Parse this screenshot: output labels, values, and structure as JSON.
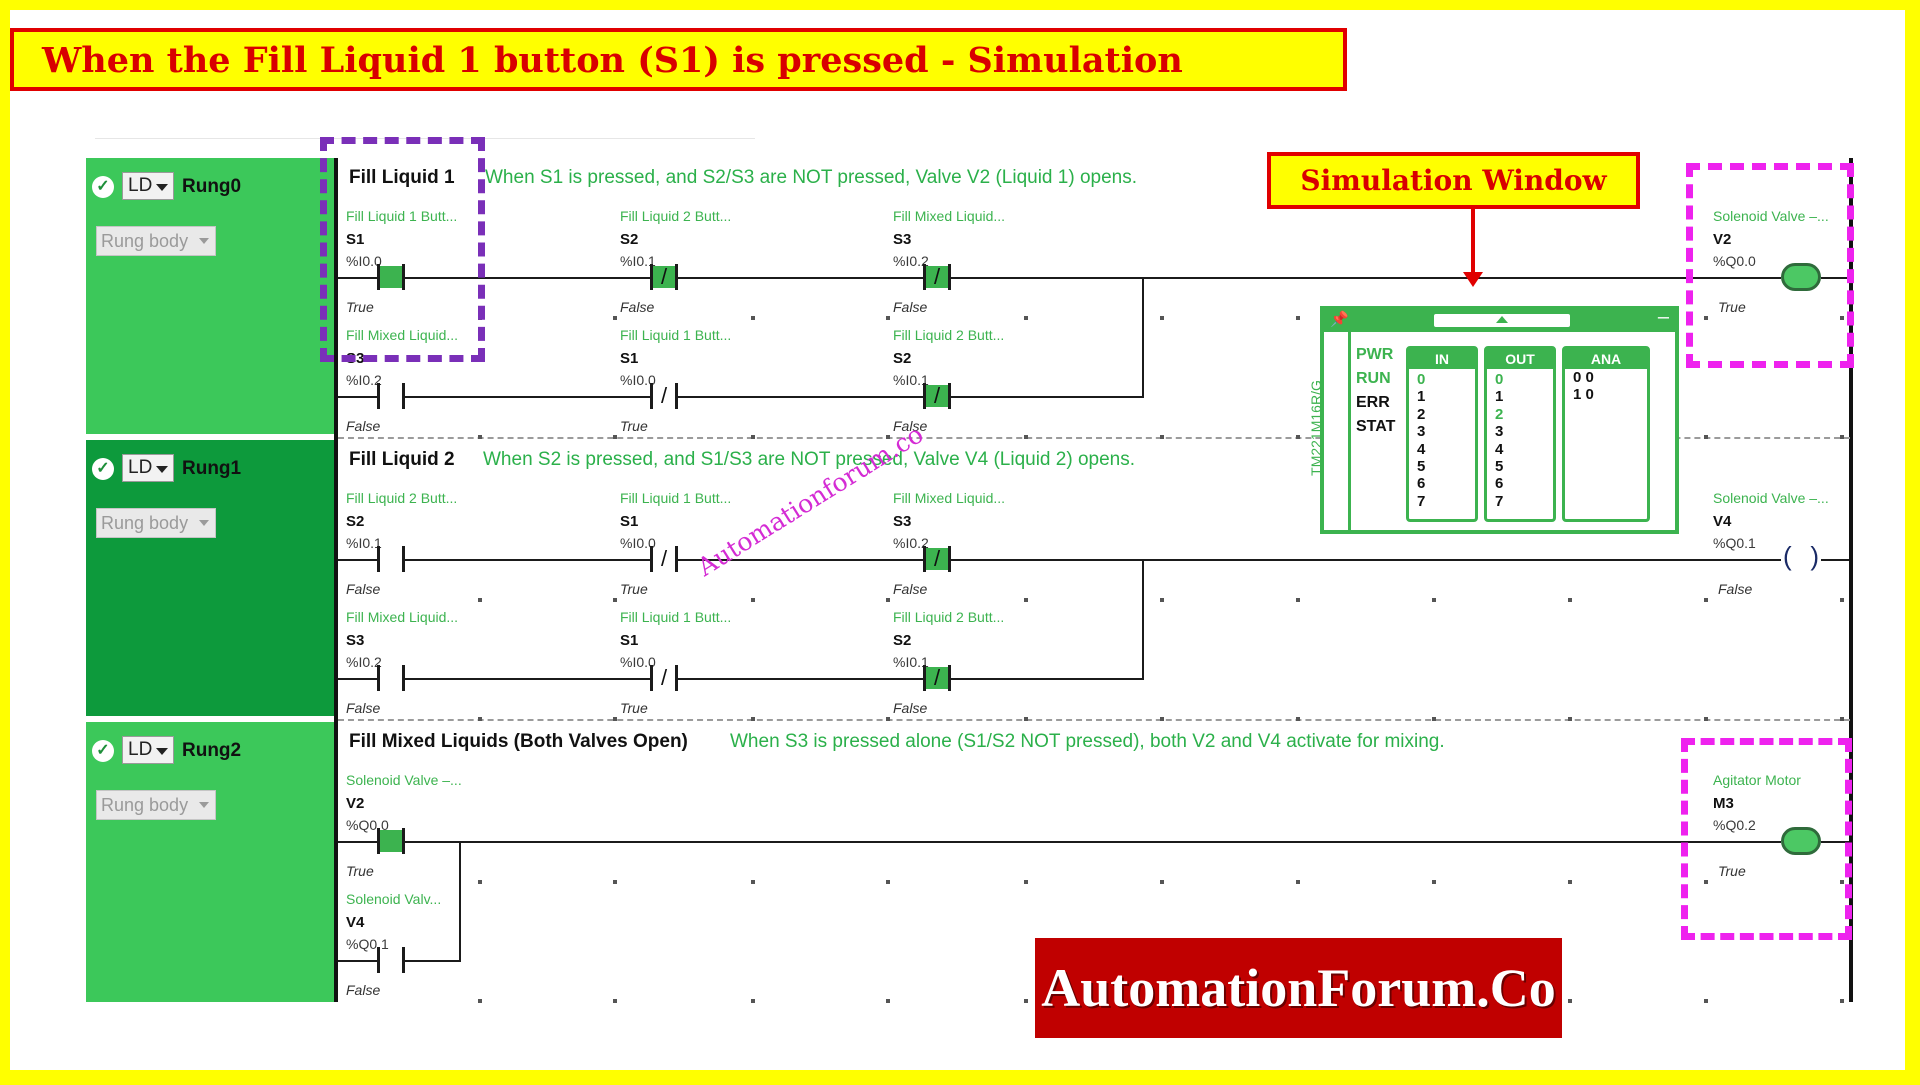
{
  "title": "When the Fill Liquid 1 button (S1) is pressed - Simulation",
  "sim_window_label": "Simulation Window",
  "watermark": "Automationforum.co",
  "brand": "AutomationForum.Co",
  "ld_label": "LD",
  "rung_body_label": "Rung body",
  "rungs": [
    {
      "name": "Rung0",
      "title": "Fill Liquid 1",
      "comment": "When S1 is pressed, and S2/S3 are NOT pressed, Valve V2 (Liquid 1) opens.",
      "branch1": [
        {
          "desc": "Fill Liquid 1 Butt...",
          "sym": "S1",
          "addr": "%I0.0",
          "state": "True",
          "type": "NO",
          "on": true
        },
        {
          "desc": "Fill Liquid 2 Butt...",
          "sym": "S2",
          "addr": "%I0.1",
          "state": "False",
          "type": "NC",
          "on": true
        },
        {
          "desc": "Fill Mixed Liquid...",
          "sym": "S3",
          "addr": "%I0.2",
          "state": "False",
          "type": "NC",
          "on": true
        }
      ],
      "branch2": [
        {
          "desc": "Fill Mixed Liquid...",
          "sym": "S3",
          "addr": "%I0.2",
          "state": "False",
          "type": "NO",
          "on": false
        },
        {
          "desc": "Fill Liquid 1 Butt...",
          "sym": "S1",
          "addr": "%I0.0",
          "state": "True",
          "type": "NC",
          "on": false
        },
        {
          "desc": "Fill Liquid 2 Butt...",
          "sym": "S2",
          "addr": "%I0.1",
          "state": "False",
          "type": "NC",
          "on": true
        }
      ],
      "coil": {
        "desc": "Solenoid Valve –...",
        "sym": "V2",
        "addr": "%Q0.0",
        "state": "True",
        "on": true
      }
    },
    {
      "name": "Rung1",
      "title": "Fill Liquid 2",
      "comment": "When S2 is pressed, and S1/S3 are NOT pressed, Valve V4 (Liquid 2) opens.",
      "branch1": [
        {
          "desc": "Fill Liquid 2 Butt...",
          "sym": "S2",
          "addr": "%I0.1",
          "state": "False",
          "type": "NO",
          "on": false
        },
        {
          "desc": "Fill Liquid 1 Butt...",
          "sym": "S1",
          "addr": "%I0.0",
          "state": "True",
          "type": "NC",
          "on": false
        },
        {
          "desc": "Fill Mixed Liquid...",
          "sym": "S3",
          "addr": "%I0.2",
          "state": "False",
          "type": "NC",
          "on": true
        }
      ],
      "branch2": [
        {
          "desc": "Fill Mixed Liquid...",
          "sym": "S3",
          "addr": "%I0.2",
          "state": "False",
          "type": "NO",
          "on": false
        },
        {
          "desc": "Fill Liquid 1 Butt...",
          "sym": "S1",
          "addr": "%I0.0",
          "state": "True",
          "type": "NC",
          "on": false
        },
        {
          "desc": "Fill Liquid 2 Butt...",
          "sym": "S2",
          "addr": "%I0.1",
          "state": "False",
          "type": "NC",
          "on": true
        }
      ],
      "coil": {
        "desc": "Solenoid Valve –...",
        "sym": "V4",
        "addr": "%Q0.1",
        "state": "False",
        "on": false
      }
    },
    {
      "name": "Rung2",
      "title": "Fill Mixed Liquids (Both Valves Open)",
      "comment": "When S3 is pressed alone (S1/S2 NOT pressed), both V2 and V4 activate for mixing.",
      "branch1": [
        {
          "desc": "Solenoid Valve –...",
          "sym": "V2",
          "addr": "%Q0.0",
          "state": "True",
          "type": "NO",
          "on": true
        }
      ],
      "branch2": [
        {
          "desc": "Solenoid Valv...",
          "sym": "V4",
          "addr": "%Q0.1",
          "state": "False",
          "type": "NO",
          "on": false
        }
      ],
      "coil": {
        "desc": "Agitator Motor",
        "sym": "M3",
        "addr": "%Q0.2",
        "state": "True",
        "on": true
      }
    }
  ],
  "simulator": {
    "model": "TM221M16R/G",
    "status": [
      {
        "label": "PWR",
        "color": "#3cb34f"
      },
      {
        "label": "RUN",
        "color": "#3cb34f"
      },
      {
        "label": "ERR",
        "color": "#111111"
      },
      {
        "label": "STAT",
        "color": "#111111"
      }
    ],
    "in_header": "IN",
    "out_header": "OUT",
    "ana_header": "ANA",
    "in_on": [
      0
    ],
    "out_on": [
      0,
      2
    ],
    "io_numbers": [
      "0",
      "1",
      "2",
      "3",
      "4",
      "5",
      "6",
      "7"
    ],
    "ana_rows": [
      "0 0",
      "1 0"
    ]
  },
  "colors": {
    "accent_green": "#3cb34f",
    "highlight_red": "#e00000",
    "highlight_purple": "#7a2fb8",
    "highlight_pink": "#ee22ee"
  }
}
